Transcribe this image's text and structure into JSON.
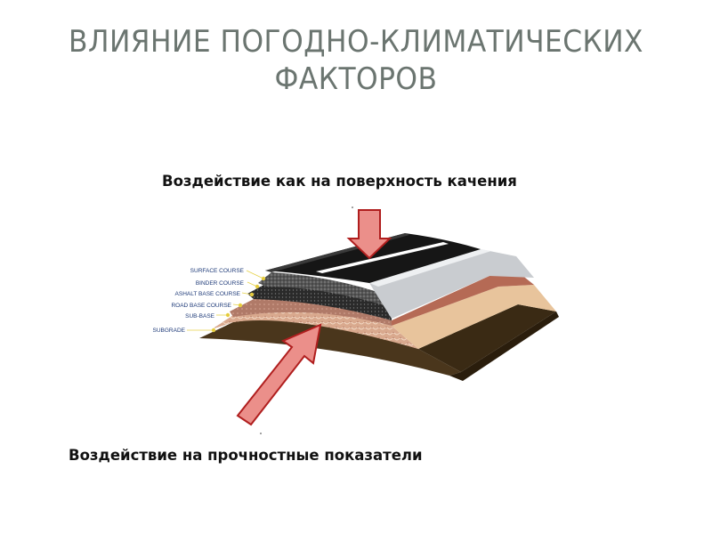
{
  "slide": {
    "title_line1": "ВЛИЯНИЕ ПОГОДНО-КЛИМАТИЧЕСКИХ",
    "title_line2": "ФАКТОРОВ",
    "caption_top": "Воздействие как на поверхность качения",
    "caption_bottom": "Воздействие на прочностные показатели"
  },
  "diagram": {
    "layers": [
      {
        "label": "SURFACE COURSE",
        "color": "#1a1a1a"
      },
      {
        "label": "BINDER COURSE",
        "color": "#6e6e70"
      },
      {
        "label": "ASHALT BASE COURSE",
        "color": "#2b2b2b"
      },
      {
        "label": "ROAD BASE COURSE",
        "color": "#b3735f"
      },
      {
        "label": "SUB-BASE",
        "color": "#e3c09a"
      },
      {
        "label": "SUBGRADE",
        "color": "#3d2c16"
      }
    ],
    "arrows": [
      {
        "name": "surface-arrow",
        "direction": "down",
        "fill": "#eb8f8a",
        "stroke": "#b01e1e"
      },
      {
        "name": "strength-arrow",
        "direction": "up-right",
        "fill": "#eb8f8a",
        "stroke": "#b01e1e"
      }
    ],
    "colors": {
      "leader_line": "#e6d24a",
      "shoulder": "#c9ccd0",
      "road_base_side": "#b56a55",
      "subbase_side": "#e8c49c",
      "subgrade_side": "#3a2a14"
    }
  }
}
